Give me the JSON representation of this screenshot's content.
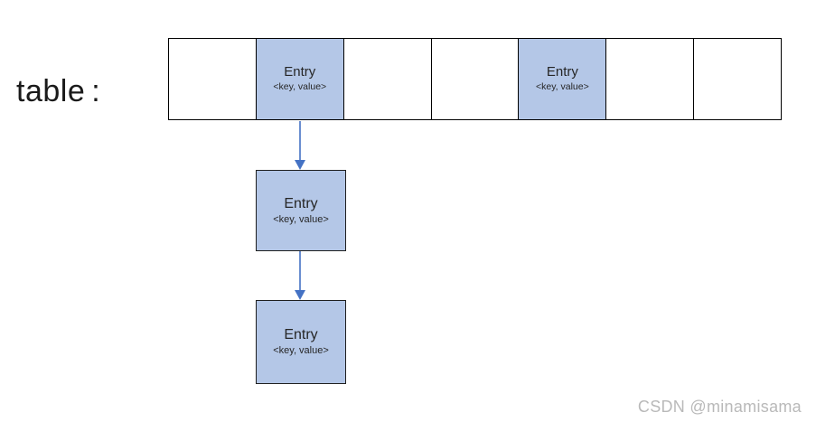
{
  "diagram": {
    "label": "table",
    "colon": ":",
    "row": {
      "cell_count": 7,
      "cells": [
        {
          "occupied": false
        },
        {
          "occupied": true,
          "title": "Entry",
          "subtitle": "<key, value>"
        },
        {
          "occupied": false
        },
        {
          "occupied": false
        },
        {
          "occupied": true,
          "title": "Entry",
          "subtitle": "<key, value>"
        },
        {
          "occupied": false
        },
        {
          "occupied": false
        }
      ]
    },
    "chain": {
      "parent_cell_index": 1,
      "nodes": [
        {
          "title": "Entry",
          "subtitle": "<key, value>"
        },
        {
          "title": "Entry",
          "subtitle": "<key, value>"
        }
      ]
    }
  },
  "watermark": "CSDN @minamisama",
  "colors": {
    "cell_fill": "#b4c7e7",
    "arrow": "#4472c4",
    "row_border": "#000000",
    "node_border": "#1f1f1f",
    "watermark": "#b9b9b9"
  }
}
